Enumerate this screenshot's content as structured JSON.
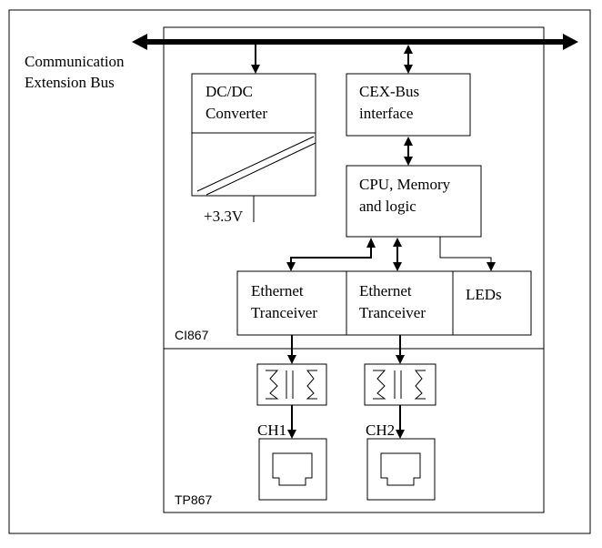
{
  "bus": {
    "label_line1": "Communication",
    "label_line2": "Extension Bus"
  },
  "dcdc": {
    "line1": "DC/DC",
    "line2": "Converter",
    "output": "+3.3V"
  },
  "cex": {
    "line1": "CEX-Bus",
    "line2": "interface"
  },
  "cpu": {
    "line1": "CPU, Memory",
    "line2": "and logic"
  },
  "eth1": {
    "line1": "Ethernet",
    "line2": "Tranceiver"
  },
  "eth2": {
    "line1": "Ethernet",
    "line2": "Tranceiver"
  },
  "leds": {
    "label": "LEDs"
  },
  "modules": {
    "upper": "CI867",
    "lower": "TP867"
  },
  "channels": {
    "ch1": "CH1",
    "ch2": "CH2"
  }
}
